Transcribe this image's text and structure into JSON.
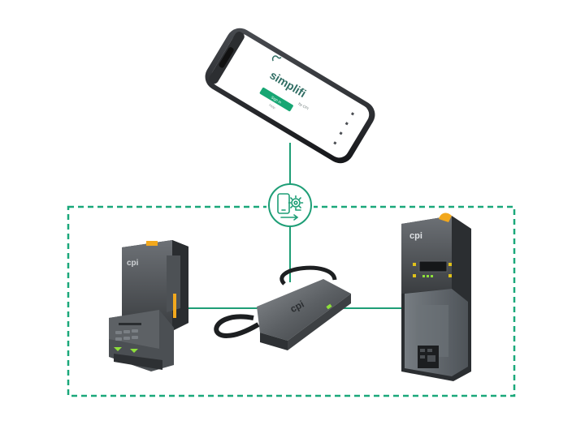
{
  "colors": {
    "accent": "#17a673",
    "line": "#1e9e76",
    "dashed_border": "#1aa87a",
    "device_dark": "#3c3f42",
    "device_mid": "#585c60",
    "highlight_yellow": "#f2a81d",
    "indicator_green": "#8ee03a"
  },
  "phone": {
    "app_name": "simplifi",
    "app_tagline": "by CPI",
    "button_label": "Sign in",
    "link_label": "Help"
  },
  "hub": {
    "icon": "phone-settings-sync-icon"
  },
  "devices": {
    "bill_validator": {
      "brand": "cpi",
      "icon": "bill-validator-device"
    },
    "interface_adapter": {
      "brand": "cpi",
      "icon": "interface-adapter-device"
    },
    "coin_changer": {
      "brand": "cpi",
      "icon": "coin-changer-device"
    }
  }
}
